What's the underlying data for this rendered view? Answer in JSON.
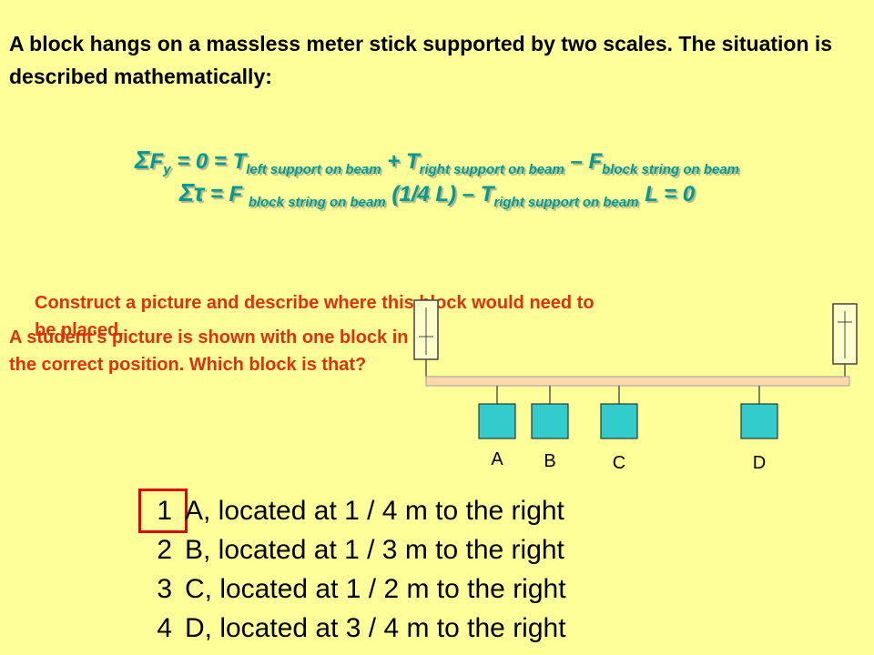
{
  "intro": "A block hangs on a massless meter stick supported by two scales.  The situation is described mathematically:",
  "equations": {
    "eq1": {
      "sym": "Σ",
      "lhs": "F",
      "lhs_sub": "y",
      "eq0": " = 0 = T",
      "sub1": "left support on beam",
      "plus": " + T",
      "sub2": "right support on beam",
      "minus": " – F",
      "sub3": "block string on beam"
    },
    "eq2": {
      "sym": "Στ",
      "part1": " = F ",
      "sub1": "block string on beam",
      "part2": " (1/4 L) – T",
      "sub2": "right support on beam",
      "part3": " L = 0"
    }
  },
  "construct_text": "Construct a picture and describe where this block would need to be placed.",
  "student_text": "A student's picture is shown with one block in the correct position.  Which block is that?",
  "blocks": [
    {
      "label": "A"
    },
    {
      "label": "B"
    },
    {
      "label": "C"
    },
    {
      "label": "D"
    }
  ],
  "choices": [
    {
      "num": "1",
      "text": "A, located at 1 / 4 m to the right",
      "selected": true
    },
    {
      "num": "2",
      "text": "B, located at 1 / 3 m to the right",
      "selected": false
    },
    {
      "num": "3",
      "text": "C, located at 1 / 2 m to the right",
      "selected": false
    },
    {
      "num": "4",
      "text": "D, located at 3 / 4 m to the right",
      "selected": false
    }
  ],
  "colors": {
    "background": "#ffff99",
    "equation": "#009999",
    "prompt_red": "#e03010",
    "block_fill": "#33cccc",
    "stick_fill": "#ffd7a8",
    "scale_fill": "#ffffcc",
    "highlight": "#e00000"
  }
}
